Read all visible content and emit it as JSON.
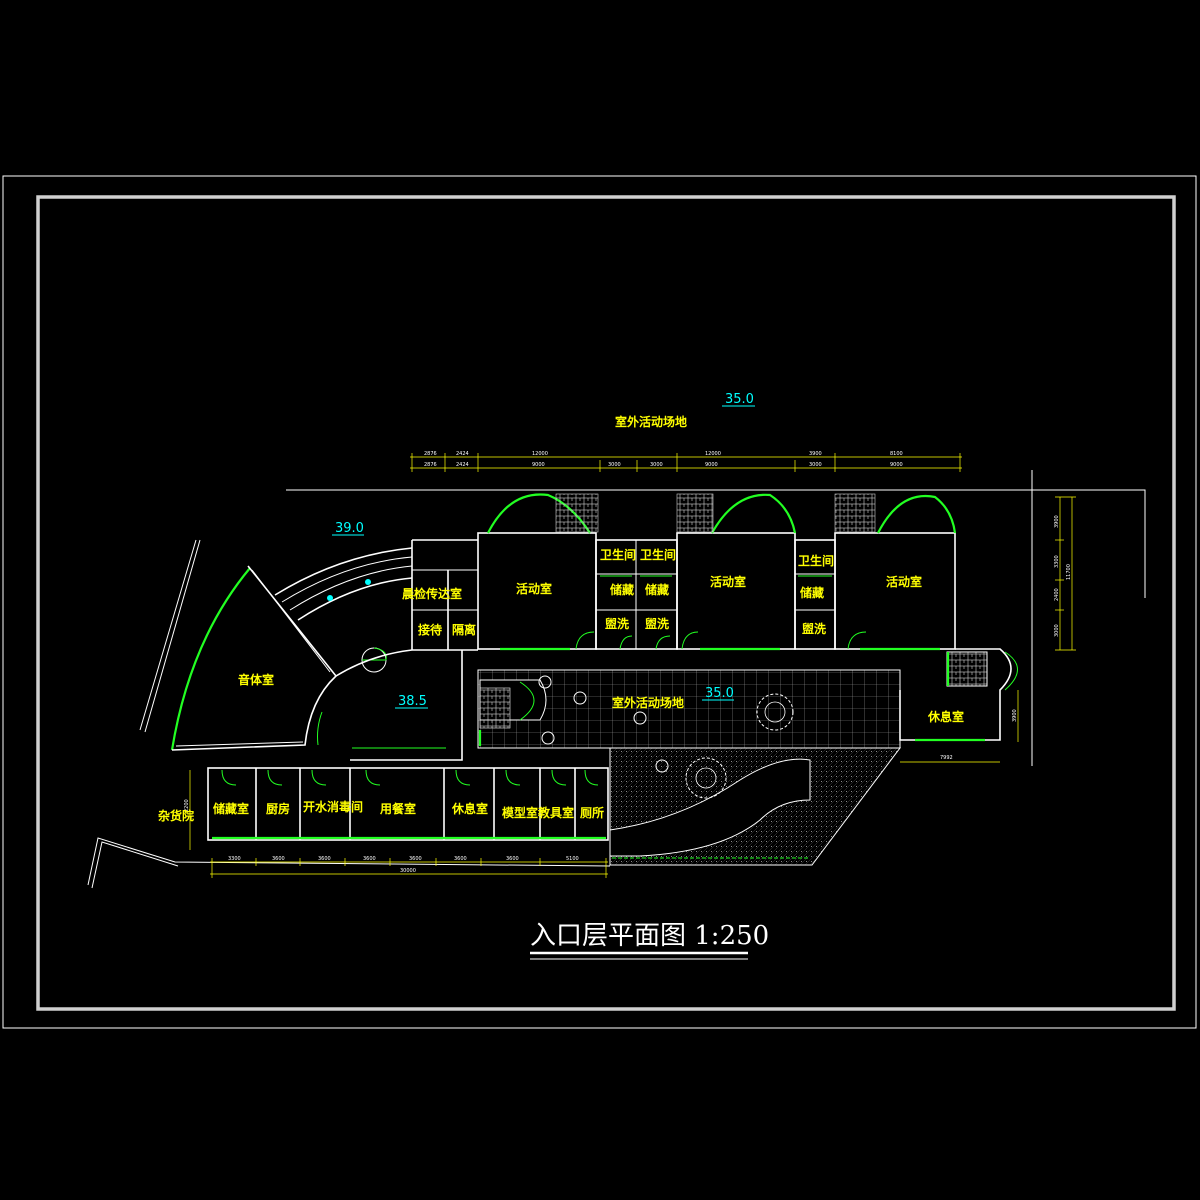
{
  "title": "入口层平面图 1:250",
  "levels": {
    "top": "35.0",
    "left": "39.0",
    "hall": "38.5",
    "court": "35.0"
  },
  "outdoor_top": "室外活动场地",
  "outdoor_court": "室外活动场地",
  "rooms": {
    "music": "音体室",
    "guard": "晨检传达室",
    "reception": "接待",
    "isolation": "隔离",
    "activity1": "活动室",
    "activity2": "活动室",
    "activity3": "活动室",
    "wc1": "卫生间",
    "wc2": "卫生间",
    "wc3": "卫生间",
    "store1": "储藏",
    "store2": "储藏",
    "store3": "储藏",
    "wash1": "盥洗",
    "wash2": "盥洗",
    "wash3": "盥洗",
    "rest_right": "休息室",
    "yard": "杂货院",
    "storage_room": "储藏室",
    "kitchen": "厨房",
    "boiling": "开水消毒间",
    "dining": "用餐室",
    "rest_bottom": "休息室",
    "model": "模型室",
    "teaching": "教具室",
    "toilet": "厕所"
  },
  "dims_top_row1": [
    "2876",
    "2424",
    "12000",
    "12000",
    "3900",
    "8100"
  ],
  "dims_top_row2": [
    "2876",
    "2424",
    "9000",
    "3000",
    "3000",
    "9000",
    "3000",
    "9000"
  ],
  "dims_right": [
    "3900",
    "3300",
    "2400",
    "3000",
    "11700"
  ],
  "dims_right_lower": "3900",
  "dims_rest_width": "7992",
  "dims_bottom_row1": [
    "3300",
    "3600",
    "3600",
    "3600",
    "3600",
    "3600",
    "3600",
    "5100"
  ],
  "dims_bottom_total": "30000",
  "dims_left": "2200"
}
